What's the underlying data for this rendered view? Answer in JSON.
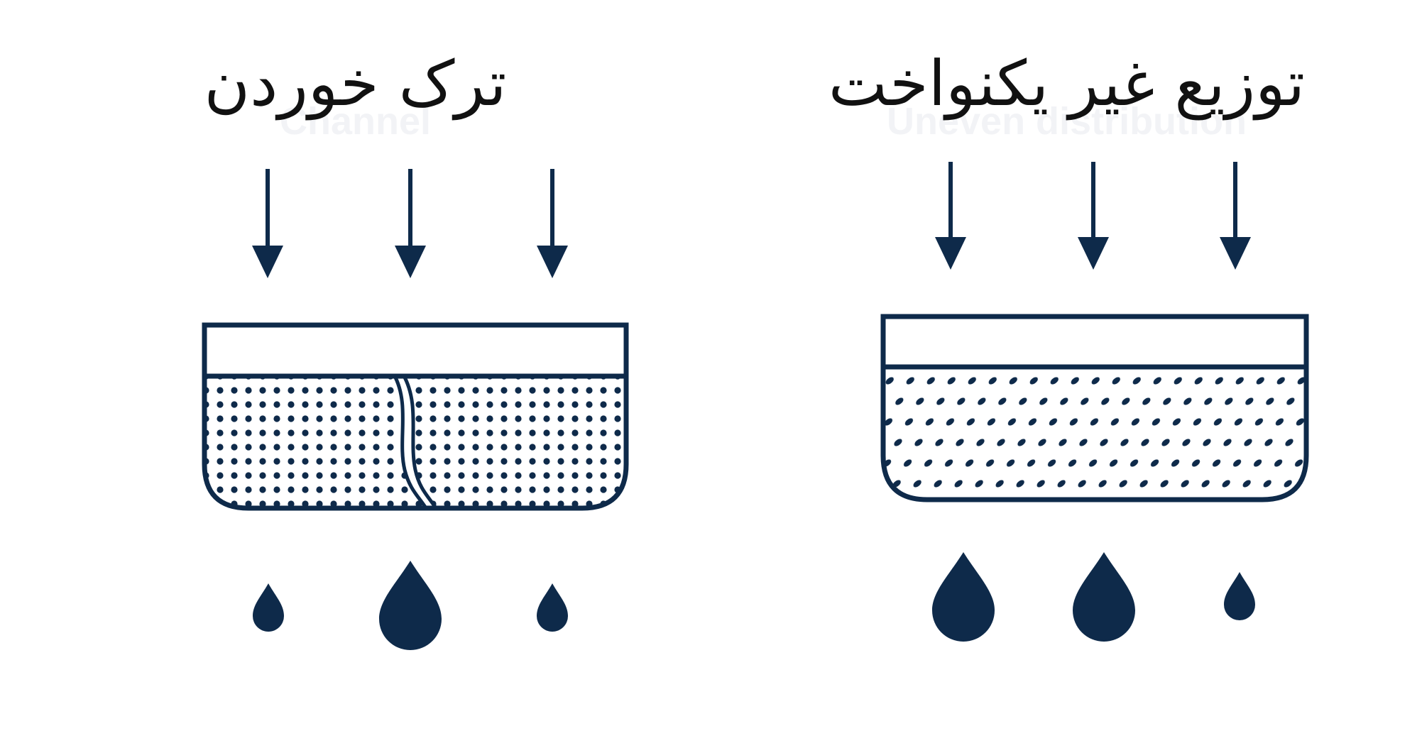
{
  "colors": {
    "ink": "#0e2a4a",
    "text": "#111111",
    "ghost_text": "#f2f3f6",
    "background": "#ffffff"
  },
  "panels": {
    "channel": {
      "title": "ترک خوردن",
      "ghost_label": "Channel",
      "droplets": [
        "small",
        "large",
        "small"
      ]
    },
    "uneven": {
      "title": "توزیع غیر یکنواخت",
      "ghost_label": "Uneven distribution",
      "droplets": [
        "large",
        "large",
        "small"
      ]
    }
  }
}
